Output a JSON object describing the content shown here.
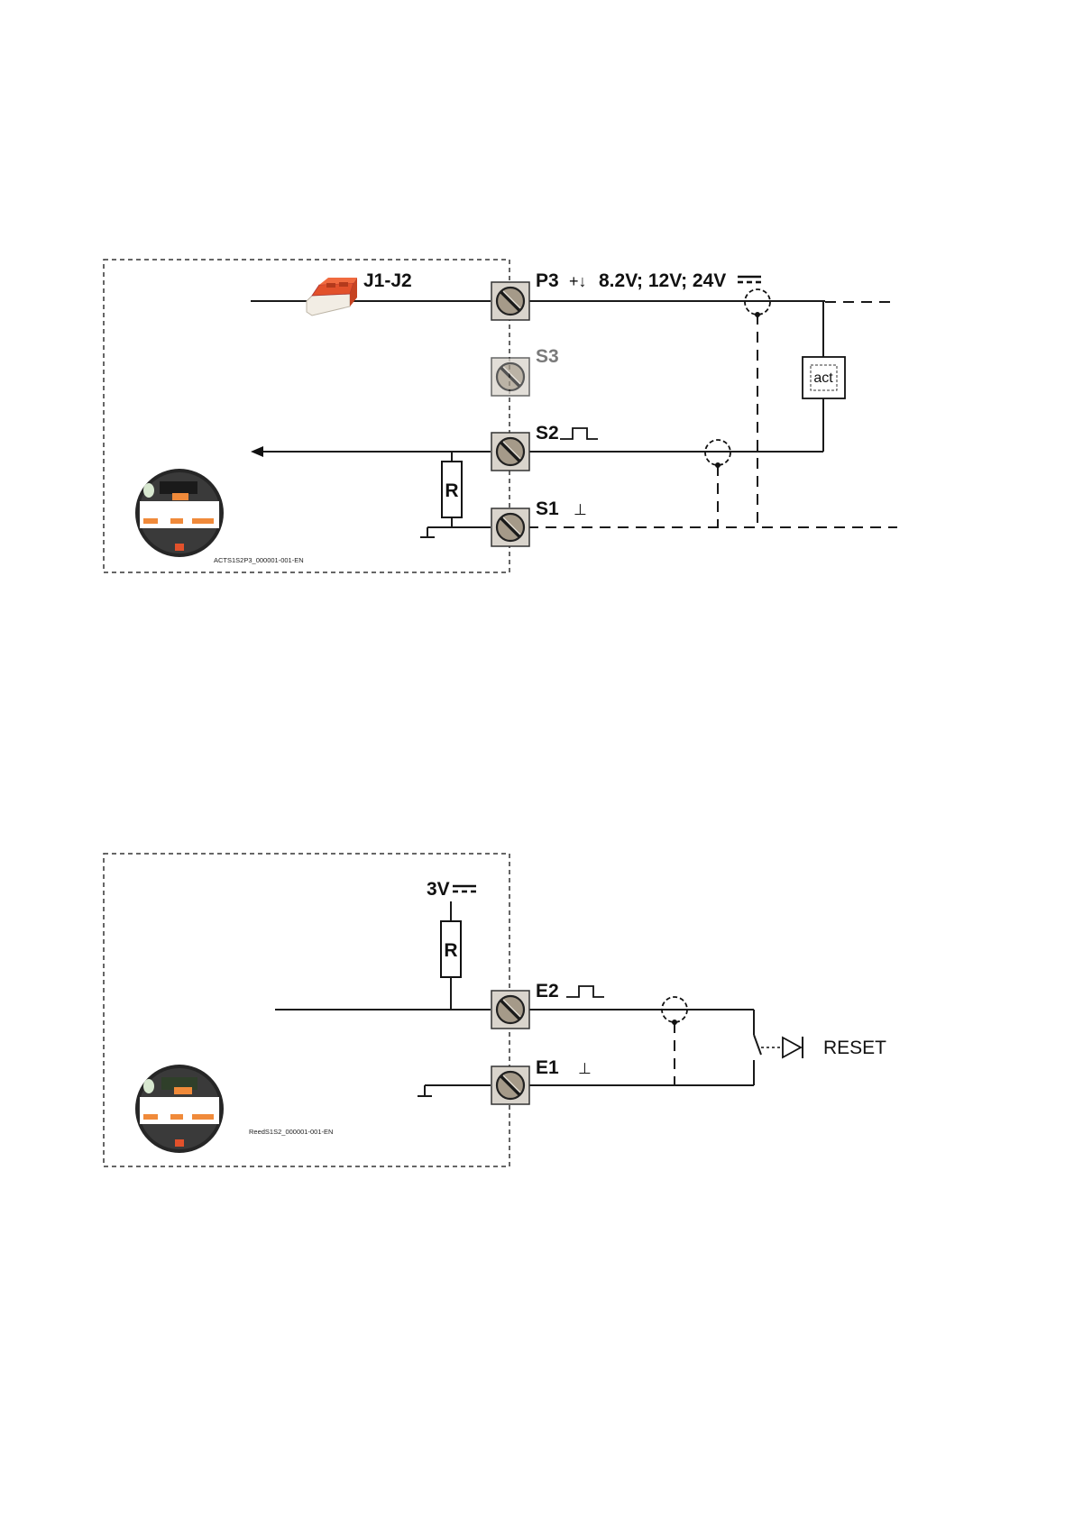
{
  "diagram_top": {
    "relay_label": "J1-J2",
    "terminals": {
      "p3": "P3",
      "s3": "S3",
      "s2": "S2",
      "s1": "S1"
    },
    "p3_symbol": "+↓",
    "p3_voltage": "8.2V; 12V; 24V",
    "actuator_label": "act",
    "resistor_label": "R",
    "ground_symbol": "⊥",
    "caption": "ACTS1S2P3_000001-001-EN"
  },
  "diagram_bottom": {
    "supply_label": "3V",
    "resistor_label": "R",
    "terminals": {
      "e2": "E2",
      "e1": "E1"
    },
    "ground_symbol": "⊥",
    "reset_label": "RESET",
    "caption": "ReedS1S2_000001-001-EN"
  },
  "colors": {
    "relay_orange": "#e2512b",
    "terminal_fill": "#d9d4cc",
    "connector_orange": "#f08a3a",
    "board_dark": "#2b2b2b"
  }
}
